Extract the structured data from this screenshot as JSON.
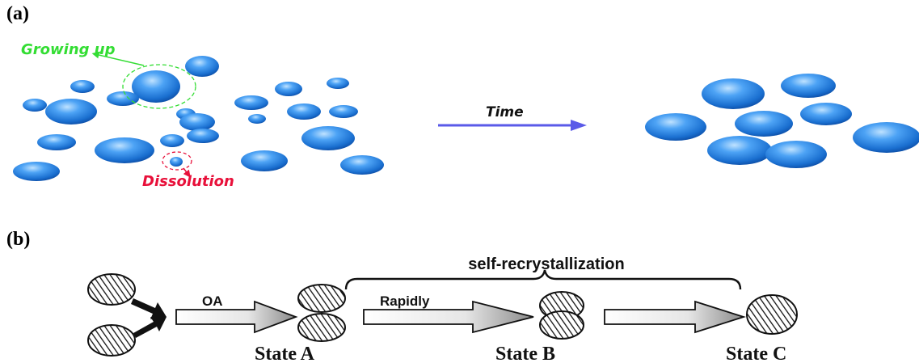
{
  "panel_a": {
    "label": "(a)",
    "annotation_growing": "Growing up",
    "annotation_dissolution": "Dissolution",
    "arrow_label": "Time",
    "colors": {
      "sphere": "#2f86e6",
      "growing": "#33dd33",
      "dissolution": "#e8103a",
      "arrow": "#5a5ae8"
    }
  },
  "panel_b": {
    "label": "(b)",
    "bracket_label": "self-recrystallization",
    "step1_label": "OA",
    "step2_label": "Rapidly",
    "states": [
      "State A",
      "State B",
      "State C"
    ]
  }
}
